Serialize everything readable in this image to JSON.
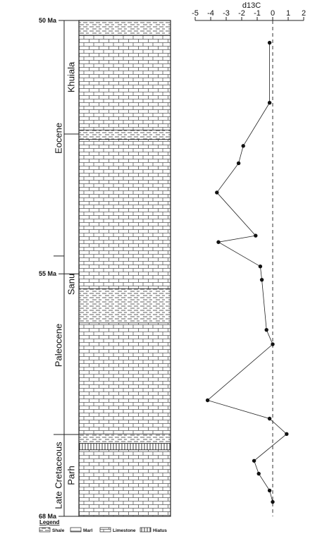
{
  "ages": [
    {
      "label": "50 Ma",
      "depth": 0
    },
    {
      "label": "55 Ma",
      "depth": 0.511
    },
    {
      "label": "68 Ma",
      "depth": 1
    }
  ],
  "epochs": [
    {
      "label": "Eocene",
      "top": 0,
      "bottom": 0.475
    },
    {
      "label": "Paleocene",
      "top": 0.475,
      "bottom": 0.835
    },
    {
      "label": "Late Cretaceous",
      "top": 0.835,
      "bottom": 1
    }
  ],
  "formations": [
    {
      "label": "Khuiala",
      "top": 0,
      "bottom": 0.229
    },
    {
      "label": "Sanu",
      "top": 0.229,
      "bottom": 0.835
    },
    {
      "label": "Parh",
      "top": 0.835,
      "bottom": 1
    }
  ],
  "lithology": [
    {
      "type": "shale",
      "top": 0.0,
      "bottom": 0.03
    },
    {
      "type": "limestone",
      "top": 0.03,
      "bottom": 0.221
    },
    {
      "type": "shale",
      "top": 0.221,
      "bottom": 0.24
    },
    {
      "type": "limestone",
      "top": 0.24,
      "bottom": 0.541
    },
    {
      "type": "shale",
      "top": 0.541,
      "bottom": 0.61
    },
    {
      "type": "limestone",
      "top": 0.61,
      "bottom": 0.834
    },
    {
      "type": "shale",
      "top": 0.834,
      "bottom": 0.853
    },
    {
      "type": "hiatus",
      "top": 0.853,
      "bottom": 0.866
    },
    {
      "type": "limestone",
      "top": 0.866,
      "bottom": 1.0
    }
  ],
  "legend": {
    "title": "Legend",
    "items": [
      {
        "type": "shale",
        "label": "Shale"
      },
      {
        "type": "marl",
        "label": "Marl"
      },
      {
        "type": "limestone",
        "label": "Limestone"
      },
      {
        "type": "hiatus",
        "label": "Hiatus"
      }
    ]
  },
  "chart_data": {
    "type": "line",
    "title": "d13C",
    "x_ticks": [
      -5,
      -4,
      -3,
      -2,
      -1,
      0,
      1,
      2
    ],
    "xlim": [
      -5,
      2
    ],
    "y_axis": "stratigraphic depth (fraction of section, 50 Ma top to 68 Ma base)",
    "reference_line_x": 0,
    "x": [
      -0.2,
      -0.2,
      -1.9,
      -2.2,
      -3.6,
      -1.1,
      -3.5,
      -0.8,
      -0.7,
      -0.4,
      0.0,
      -4.2,
      -0.2,
      0.9,
      -1.2,
      -0.9,
      -0.2,
      0.0
    ],
    "y": [
      0.045,
      0.166,
      0.253,
      0.288,
      0.347,
      0.434,
      0.447,
      0.496,
      0.523,
      0.624,
      0.653,
      0.766,
      0.803,
      0.834,
      0.888,
      0.914,
      0.948,
      0.971
    ]
  }
}
